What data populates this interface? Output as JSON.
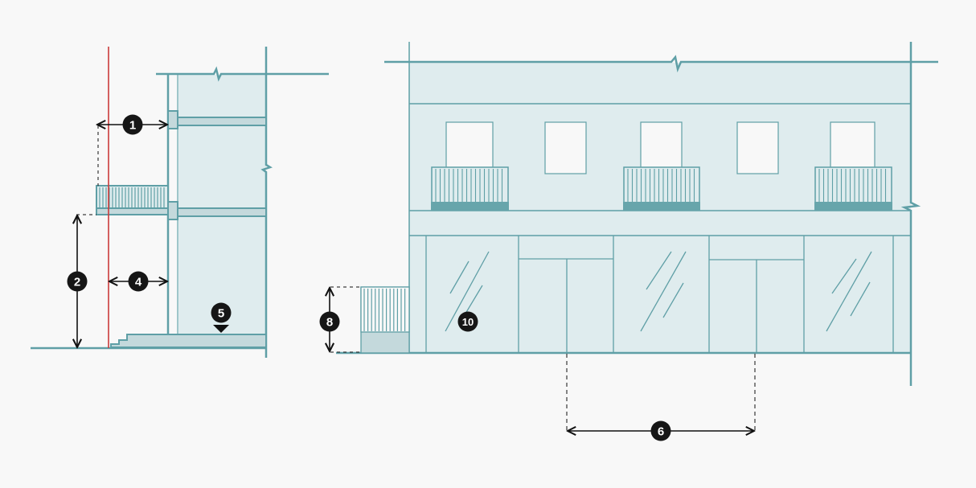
{
  "colors": {
    "background": "#f8f8f8",
    "wall_line": "#5f9fa6",
    "wall_fill": "#dfecee",
    "detail_fill": "#c4d9dc",
    "accent_red": "#cc3b3b",
    "dimension": "#111111",
    "badge": "#161616",
    "badge_text": "#ffffff"
  },
  "markers": [
    {
      "id": "m1",
      "label": "1"
    },
    {
      "id": "m2",
      "label": "2"
    },
    {
      "id": "m4",
      "label": "4"
    },
    {
      "id": "m5",
      "label": "5"
    },
    {
      "id": "m6",
      "label": "6"
    },
    {
      "id": "m8",
      "label": "8"
    },
    {
      "id": "m10",
      "label": "10"
    }
  ],
  "icons": {
    "level_marker": "triangle-down-icon",
    "break_line": "break-symbol-icon"
  }
}
